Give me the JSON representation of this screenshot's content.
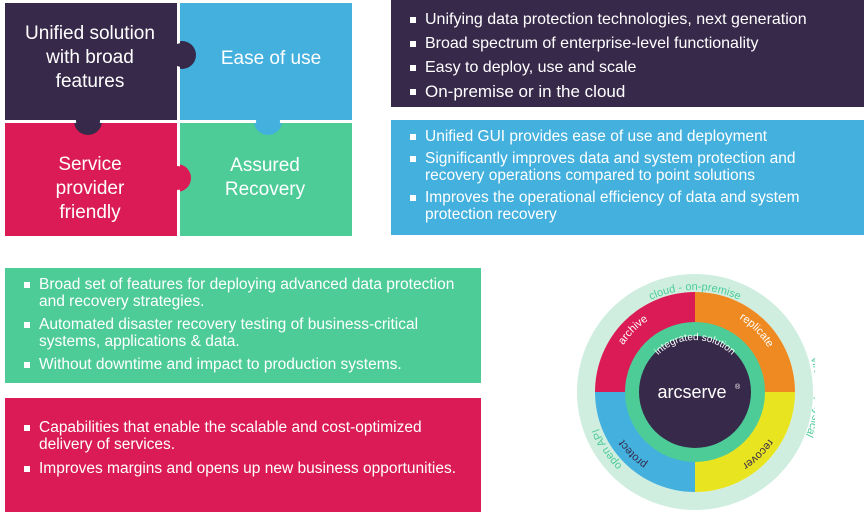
{
  "puzzle": {
    "unified": "Unified solution\nwith broad\nfeatures",
    "ease": "Ease of use",
    "service": "Service\nprovider\nfriendly",
    "assured": "Assured\nRecovery"
  },
  "boxes": {
    "dark": [
      "Unifying data protection technologies, next generation",
      "Broad spectrum of enterprise-level functionality",
      "Easy to deploy, use and scale",
      "On-premise or in the cloud"
    ],
    "blue": [
      "Unified GUI provides ease of use and deployment",
      "Significantly improves data and system protection and recovery operations compared to point solutions",
      "Improves the operational efficiency of data and system protection recovery"
    ],
    "green": [
      "Broad set of features for deploying advanced data protection and recovery strategies.",
      "Automated disaster recovery testing of business-critical systems, applications & data.",
      "Without downtime and impact to production systems."
    ],
    "red": [
      "Capabilities that enable the scalable and cost-optimized delivery of services.",
      "Improves margins and opens up new business opportunities."
    ]
  },
  "wheel": {
    "logo": "arcserve",
    "trademark": "®",
    "center_ring": "integrated solution",
    "segments": [
      "archive",
      "replicate",
      "recover",
      "protect"
    ],
    "outer": [
      "cloud - on-premise",
      "virtual - physical",
      "open API"
    ]
  },
  "colors": {
    "dark": "#37294a",
    "blue": "#43b0de",
    "green": "#4dcc98",
    "red": "#da1b55",
    "orange": "#ee8a21",
    "yellow": "#e9e420"
  }
}
